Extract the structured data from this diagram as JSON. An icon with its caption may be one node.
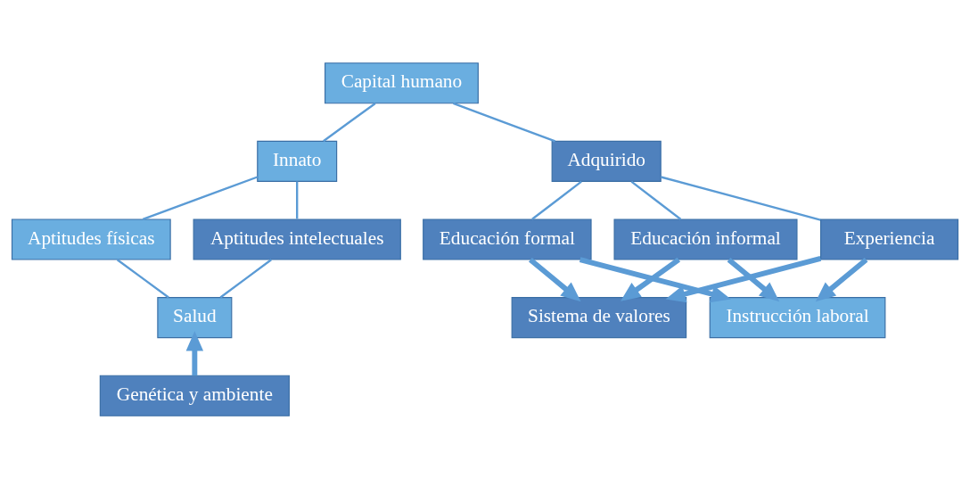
{
  "diagram": {
    "nodes": [
      {
        "text": [
          "Capital humano"
        ]
      },
      {
        "text": [
          "Innato"
        ]
      },
      {
        "text": [
          "Adquirido"
        ]
      },
      {
        "text": [
          "Aptitudes físicas"
        ]
      },
      {
        "text": [
          "Aptitudes intelectuales"
        ]
      },
      {
        "text": [
          "Salud"
        ]
      },
      {
        "text": [
          "Genética y ambiente"
        ]
      },
      {
        "text": [
          "Educación formal"
        ]
      },
      {
        "text": [
          "Educación informal"
        ]
      },
      {
        "text": [
          "Experiencia"
        ]
      },
      {
        "text": [
          "Instrucción laboral"
        ]
      },
      {
        "text": [
          "Sistema de valores"
        ]
      }
    ],
    "edges": [
      {
        "from": 0,
        "to": 1,
        "arrow": "none"
      },
      {
        "from": 0,
        "to": 2,
        "arrow": "none"
      },
      {
        "from": 1,
        "to": 3,
        "arrow": "none"
      },
      {
        "from": 1,
        "to": 4,
        "arrow": "none"
      },
      {
        "from": 3,
        "to": 5,
        "arrow": "none"
      },
      {
        "from": 4,
        "to": 5,
        "arrow": "none"
      },
      {
        "from": 6,
        "to": 5,
        "arrow": "to",
        "style": "thick"
      },
      {
        "from": 2,
        "to": 7,
        "arrow": "none"
      },
      {
        "from": 2,
        "to": 8,
        "arrow": "none"
      },
      {
        "from": 2,
        "to": 9,
        "arrow": "none"
      },
      {
        "from": 7,
        "to": 10,
        "arrow": "to",
        "style": "thick"
      },
      {
        "from": 8,
        "to": 10,
        "arrow": "to",
        "style": "thick"
      },
      {
        "from": 9,
        "to": 10,
        "arrow": "to",
        "style": "thick"
      },
      {
        "from": 7,
        "to": 11,
        "arrow": "to",
        "style": "thick"
      },
      {
        "from": 8,
        "to": 11,
        "arrow": "to",
        "style": "thick"
      },
      {
        "from": 9,
        "to": 11,
        "arrow": "to",
        "style": "thick"
      }
    ]
  }
}
